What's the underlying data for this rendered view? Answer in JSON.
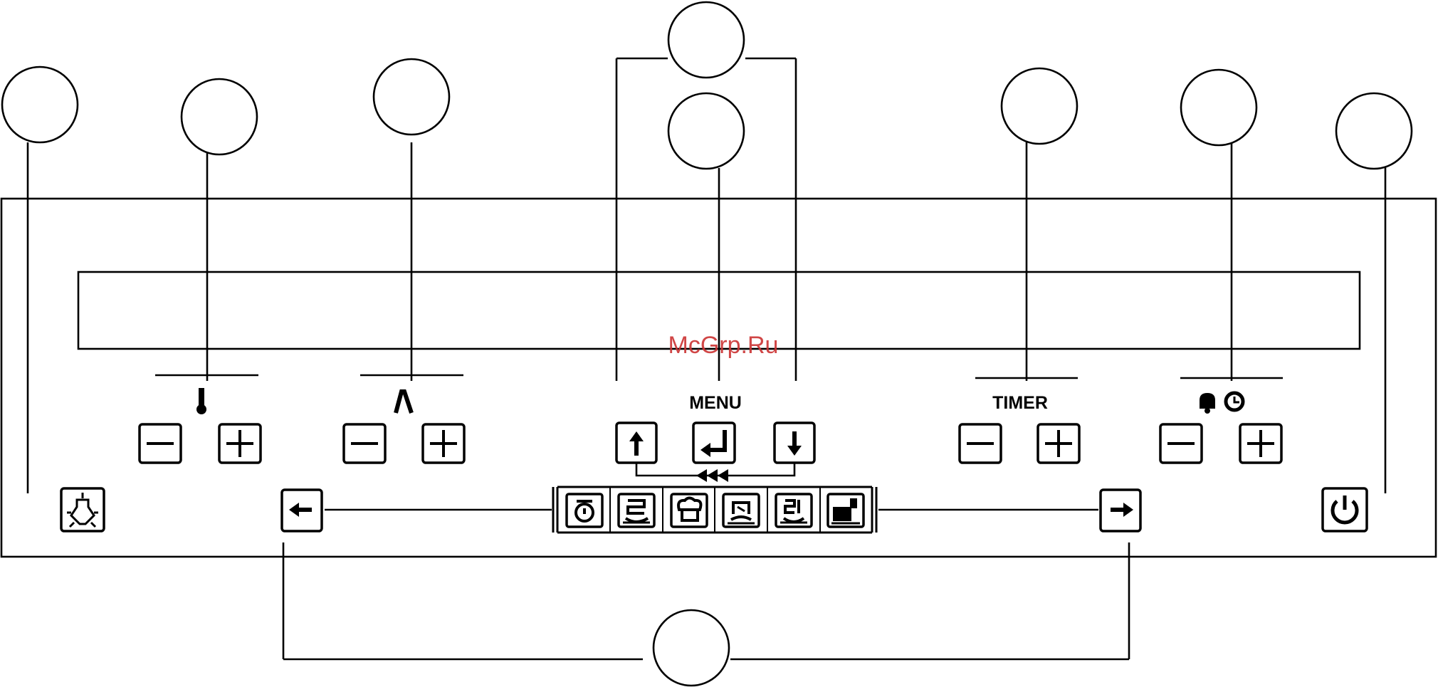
{
  "labels": {
    "menu": "MENU",
    "timer": "TIMER",
    "watermark": "McGrp.Ru"
  },
  "icons": {
    "temperature": "thermometer-icon",
    "function": "lambda-icon",
    "alarm_clock": "bell-clock-icon",
    "light": "lamp-icon",
    "power": "power-icon",
    "scroll_left": "arrow-left-icon",
    "scroll_right": "arrow-right-icon",
    "menu_up": "arrow-up-icon",
    "menu_enter": "enter-icon",
    "menu_down": "arrow-down-icon",
    "rewind": "triple-triangle-left-icon",
    "programs": [
      "program-1-icon",
      "program-2-icon",
      "program-3-icon",
      "program-4-icon",
      "program-5-icon",
      "program-6-icon"
    ]
  },
  "colors": {
    "line": "#000000",
    "background": "#ffffff",
    "watermark": "#cc3333"
  }
}
